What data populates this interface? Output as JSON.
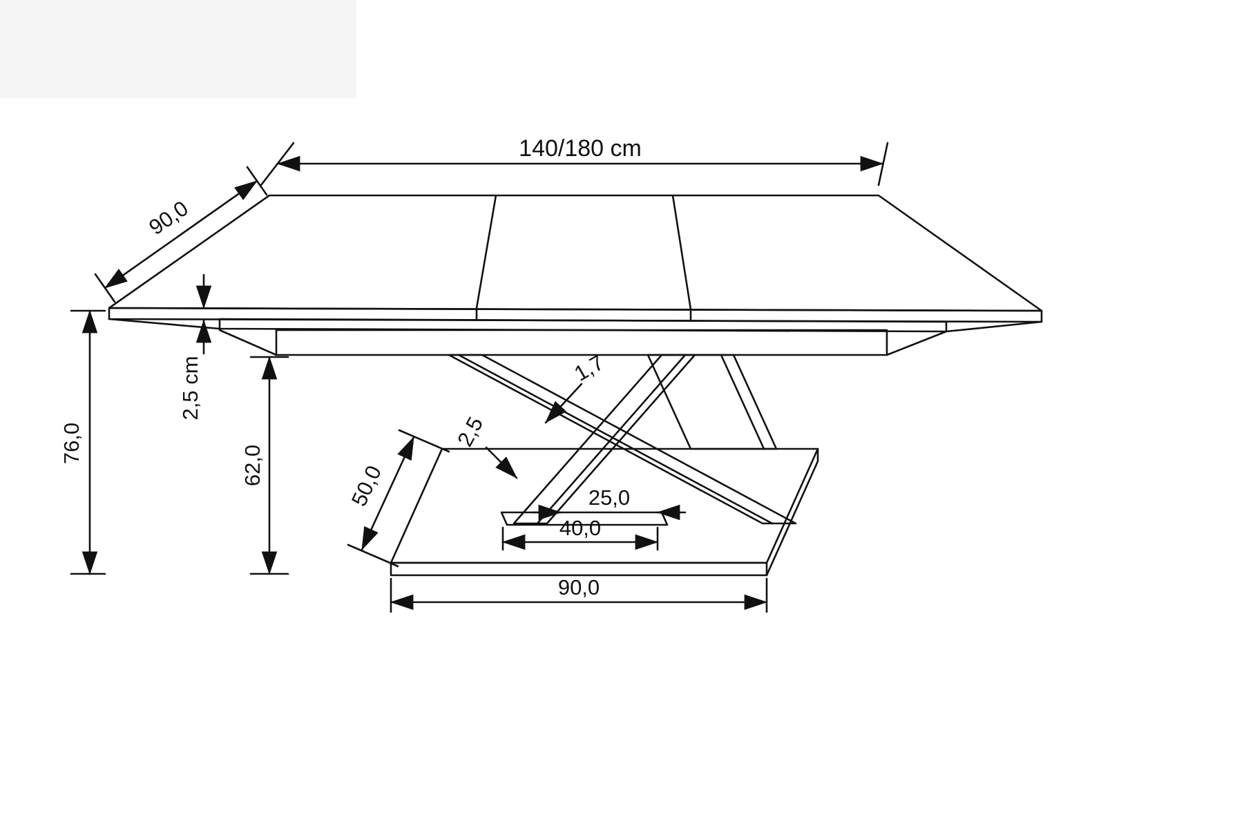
{
  "diagram": {
    "labels": {
      "length": "140/180 cm",
      "depth": "90,0",
      "height": "76,0",
      "top_thickness": "2,5 cm",
      "pedestal_height": "62,0",
      "base_depth": "50,0",
      "blade_thickness_thin": "1,7",
      "blade_thickness": "2,5",
      "foot_inner_width": "25,0",
      "foot_width": "40,0",
      "base_width": "90,0"
    }
  }
}
